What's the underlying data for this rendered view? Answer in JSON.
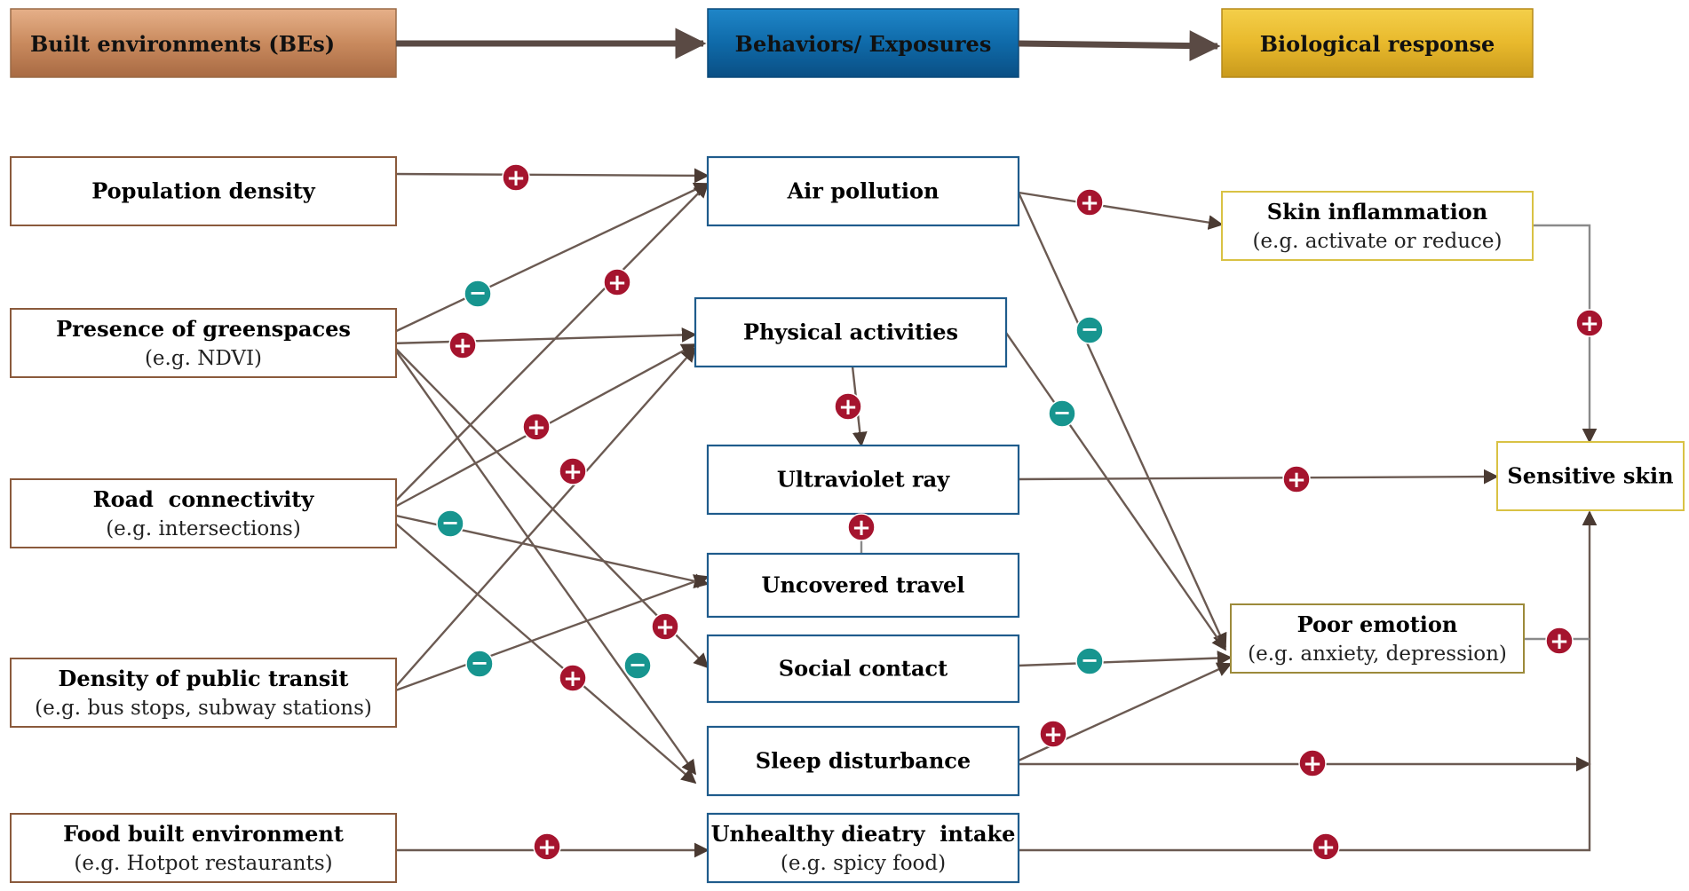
{
  "headers": {
    "built": "Built environments (BEs)",
    "behaviors": "Behaviors/ Exposures",
    "biological": "Biological response"
  },
  "nodes": {
    "population": {
      "title": "Population density",
      "sub": ""
    },
    "greenspaces": {
      "title": "Presence of greenspaces",
      "sub": "(e.g. NDVI)"
    },
    "road": {
      "title": "Road  connectivity",
      "sub": "(e.g. intersections)"
    },
    "transit": {
      "title": "Density of public transit",
      "sub": "(e.g. bus stops, subway stations)"
    },
    "food": {
      "title": "Food built environment",
      "sub": "(e.g. Hotpot restaurants)"
    },
    "air": {
      "title": "Air pollution",
      "sub": ""
    },
    "physical": {
      "title": "Physical activities",
      "sub": ""
    },
    "uv": {
      "title": "Ultraviolet ray",
      "sub": ""
    },
    "uncovered": {
      "title": "Uncovered travel",
      "sub": ""
    },
    "social": {
      "title": "Social contact",
      "sub": ""
    },
    "sleep": {
      "title": "Sleep disturbance",
      "sub": ""
    },
    "diet": {
      "title": "Unhealthy dieatry  intake",
      "sub": "(e.g. spicy food)"
    },
    "inflammation": {
      "title": "Skin inflammation",
      "sub": "(e.g. activate or reduce)"
    },
    "emotion": {
      "title": "Poor emotion",
      "sub": "(e.g. anxiety, depression)"
    },
    "sensitive": {
      "title": "Sensitive skin",
      "sub": ""
    }
  },
  "signs": {
    "positive": "+",
    "negative": "−"
  },
  "colors": {
    "positive": "#a5142e",
    "negative": "#17958f",
    "be_border": "#8a5a3c",
    "behavior_border": "#1f5c8c",
    "bio_border": "#d9c244",
    "arrow": "#4a3a32"
  },
  "edges": [
    {
      "from": "population",
      "to": "air",
      "sign": "positive"
    },
    {
      "from": "greenspaces",
      "to": "air",
      "sign": "negative"
    },
    {
      "from": "greenspaces",
      "to": "physical",
      "sign": "positive"
    },
    {
      "from": "greenspaces",
      "to": "social",
      "sign": "positive"
    },
    {
      "from": "greenspaces",
      "to": "sleep",
      "sign": "negative"
    },
    {
      "from": "road",
      "to": "air",
      "sign": "positive"
    },
    {
      "from": "road",
      "to": "physical",
      "sign": "positive"
    },
    {
      "from": "road",
      "to": "uncovered",
      "sign": "negative"
    },
    {
      "from": "road",
      "to": "sleep",
      "sign": "positive"
    },
    {
      "from": "transit",
      "to": "physical",
      "sign": "positive"
    },
    {
      "from": "transit",
      "to": "uncovered",
      "sign": "negative"
    },
    {
      "from": "food",
      "to": "diet",
      "sign": "positive"
    },
    {
      "from": "physical",
      "to": "uv",
      "sign": "positive"
    },
    {
      "from": "uncovered",
      "to": "uv",
      "sign": "positive"
    },
    {
      "from": "air",
      "to": "inflammation",
      "sign": "positive"
    },
    {
      "from": "air",
      "to": "emotion",
      "sign": "negative"
    },
    {
      "from": "physical",
      "to": "emotion",
      "sign": "negative"
    },
    {
      "from": "uv",
      "to": "sensitive",
      "sign": "positive"
    },
    {
      "from": "social",
      "to": "emotion",
      "sign": "negative"
    },
    {
      "from": "sleep",
      "to": "emotion",
      "sign": "positive"
    },
    {
      "from": "sleep",
      "to": "sensitive",
      "sign": "positive"
    },
    {
      "from": "diet",
      "to": "sensitive",
      "sign": "positive"
    },
    {
      "from": "inflammation",
      "to": "sensitive",
      "sign": "positive"
    },
    {
      "from": "emotion",
      "to": "sensitive",
      "sign": "positive"
    }
  ]
}
